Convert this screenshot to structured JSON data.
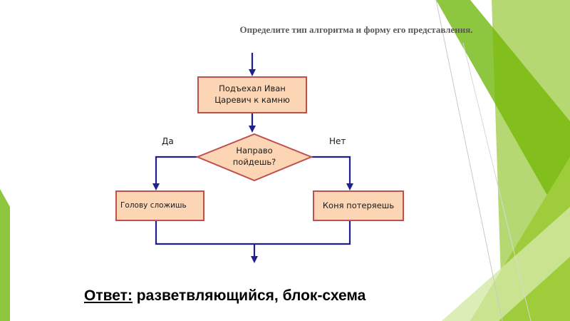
{
  "slide": {
    "question": "Определите тип алгоритма и форму его представления.",
    "answer_label": "Ответ:",
    "answer_text": " разветвляющийся, блок-схема"
  },
  "flowchart": {
    "start_box": "Подъехал Иван\nЦаревич к камню",
    "condition": "Направо\nпойдешь?",
    "yes_label": "Да",
    "no_label": "Нет",
    "yes_box": "Голову сложишь",
    "no_box": "Коня потеряешь"
  },
  "colors": {
    "box_fill": "#fcd5b4",
    "box_border": "#c0504d",
    "line": "#1f1f8f",
    "decoration_green": "#8dc63f"
  }
}
